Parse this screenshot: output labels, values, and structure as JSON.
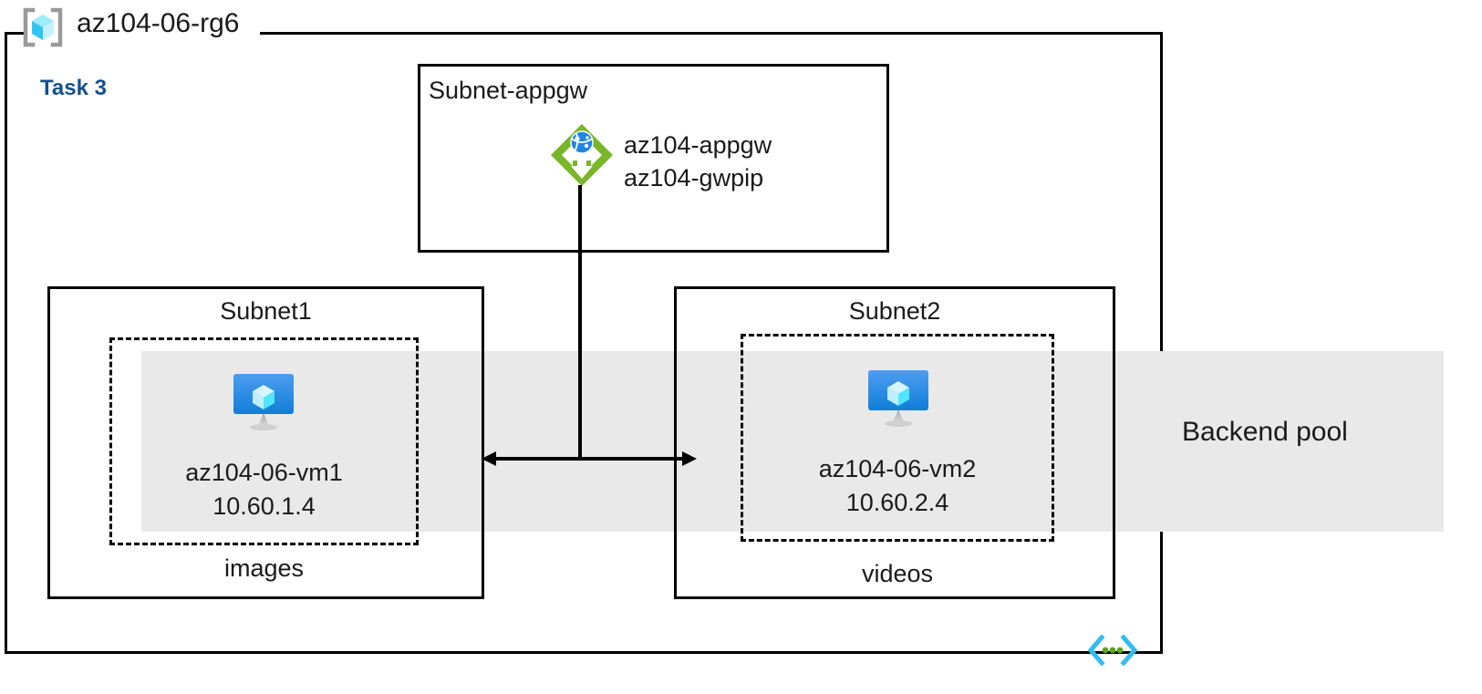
{
  "diagram": {
    "resource_group": {
      "name": "az104-06-rg6",
      "icon": "resource-group-cube-icon"
    },
    "task_label": "Task 3",
    "subnets": [
      {
        "id": "subnet-appgw",
        "title": "Subnet-appgw",
        "resources": [
          {
            "icon": "application-gateway-icon",
            "lines": [
              "az104-appgw",
              "az104-gwpip"
            ]
          }
        ]
      },
      {
        "id": "subnet1",
        "title": "Subnet1",
        "vm": {
          "icon": "virtual-machine-icon",
          "name": "az104-06-vm1",
          "ip": "10.60.1.4"
        },
        "tier_label": "images"
      },
      {
        "id": "subnet2",
        "title": "Subnet2",
        "vm": {
          "icon": "virtual-machine-icon",
          "name": "az104-06-vm2",
          "ip": "10.60.2.4"
        },
        "tier_label": "videos"
      }
    ],
    "backend_pool": {
      "label": "Backend pool",
      "band_color": "#e9e9e9"
    },
    "code_icon": "code-brackets-icon",
    "colors": {
      "task_label": "#13518c",
      "appgw_green": "#7ab629",
      "appgw_globe_blue": "#1f86e0",
      "vm_monitor_blue": "#0f7ed8",
      "cube_cyan": "#50e6ff",
      "stroke": "#000000",
      "band_gray": "#e9e9e9",
      "code_cyan": "#32bdf0",
      "code_green": "#5aa524"
    }
  }
}
